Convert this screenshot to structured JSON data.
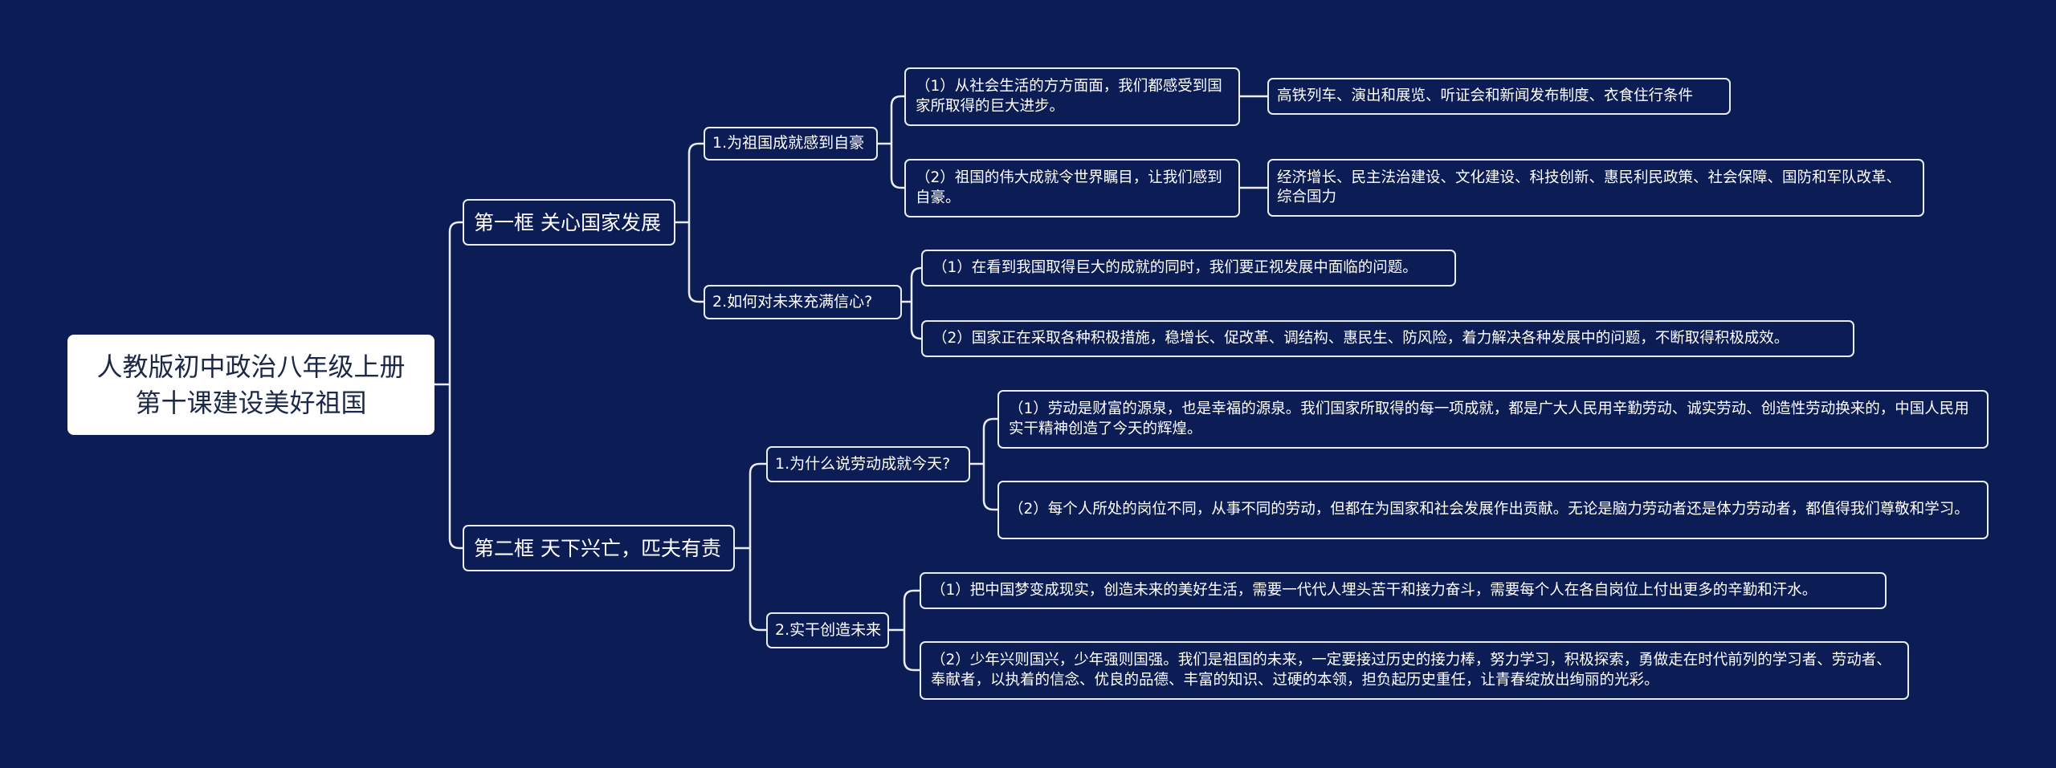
{
  "root": {
    "line1": "人教版初中政治八年级上册",
    "line2": "第十课建设美好祖国"
  },
  "sections": [
    {
      "title": "第一框 关心国家发展",
      "topics": [
        {
          "title": "1.为祖国成就感到自豪",
          "points": [
            {
              "text": "（1）从社会生活的方方面面，我们都感受到国家所取得的巨大进步。",
              "detail": "高铁列车、演出和展览、听证会和新闻发布制度、衣食住行条件"
            },
            {
              "text": "（2）祖国的伟大成就令世界瞩目，让我们感到自豪。",
              "detail": "经济增长、民主法治建设、文化建设、科技创新、惠民利民政策、社会保障、国防和军队改革、综合国力"
            }
          ]
        },
        {
          "title": "2.如何对未来充满信心?",
          "points": [
            {
              "text": "（1）在看到我国取得巨大的成就的同时，我们要正视发展中面临的问题。"
            },
            {
              "text": "（2）国家正在采取各种积极措施，稳增长、促改革、调结构、惠民生、防风险，着力解决各种发展中的问题，不断取得积极成效。"
            }
          ]
        }
      ]
    },
    {
      "title": "第二框 天下兴亡，匹夫有责",
      "topics": [
        {
          "title": "1.为什么说劳动成就今天?",
          "points": [
            {
              "text": "（1）劳动是财富的源泉，也是幸福的源泉。我们国家所取得的每一项成就，都是广大人民用辛勤劳动、诚实劳动、创造性劳动换来的，中国人民用实干精神创造了今天的辉煌。"
            },
            {
              "text": "（2）每个人所处的岗位不同，从事不同的劳动，但都在为国家和社会发展作出贡献。无论是脑力劳动者还是体力劳动者，都值得我们尊敬和学习。"
            }
          ]
        },
        {
          "title": "2.实干创造未来",
          "points": [
            {
              "text": "（1）把中国梦变成现实，创造未来的美好生活，需要一代代人埋头苦干和接力奋斗，需要每个人在各自岗位上付出更多的辛勤和汗水。"
            },
            {
              "text": "（2）少年兴则国兴，少年强则国强。我们是祖国的未来，一定要接过历史的接力棒，努力学习，积极探索，勇做走在时代前列的学习者、劳动者、奉献者，以执着的信念、优良的品德、丰富的知识、过硬的本领，担负起历史重任，让青春绽放出绚丽的光彩。"
            }
          ]
        }
      ]
    }
  ],
  "colors": {
    "background": "#0c1c54",
    "line": "#e9edf7",
    "root_bg": "#ffffff",
    "root_text": "#1c2848"
  }
}
